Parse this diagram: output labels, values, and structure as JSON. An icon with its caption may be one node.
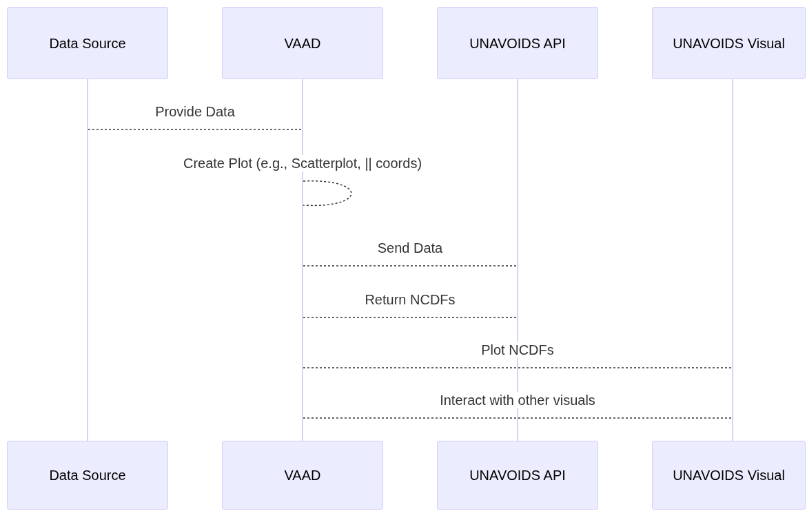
{
  "diagram": {
    "nodes": [
      {
        "text": [
          "Data Source"
        ]
      },
      {
        "text": [
          "VAAD"
        ]
      },
      {
        "text": [
          "UNAVOIDS API"
        ]
      },
      {
        "text": [
          "UNAVOIDS Visual"
        ]
      },
      {
        "text": [],
        "shape": "bar"
      },
      {
        "text": [],
        "shape": "bar"
      },
      {
        "text": [],
        "shape": "bar"
      },
      {
        "text": [],
        "shape": "bar"
      },
      {
        "text": [
          "Data Source"
        ]
      },
      {
        "text": [
          "VAAD"
        ]
      },
      {
        "text": [
          "UNAVOIDS API"
        ]
      },
      {
        "text": [
          "UNAVOIDS Visual"
        ]
      }
    ],
    "edges": [
      {
        "from": 4,
        "to": 5,
        "arrow": "none",
        "style": "dashed",
        "label": "Provide Data"
      },
      {
        "from": 5,
        "to": 5,
        "arrow": "none",
        "style": "dashed",
        "label": "Create Plot (e.g., Scatterplot, || coords)"
      },
      {
        "from": 5,
        "to": 6,
        "arrow": "none",
        "style": "dashed",
        "label": "Send Data"
      },
      {
        "from": 5,
        "to": 6,
        "arrow": "none",
        "style": "dashed",
        "label": "Return NCDFs"
      },
      {
        "from": 5,
        "to": 7,
        "arrow": "none",
        "style": "dashed",
        "label": "Plot NCDFs"
      },
      {
        "from": 5,
        "to": 7,
        "arrow": "none",
        "style": "dashed",
        "label": "Interact with other visuals"
      }
    ]
  }
}
